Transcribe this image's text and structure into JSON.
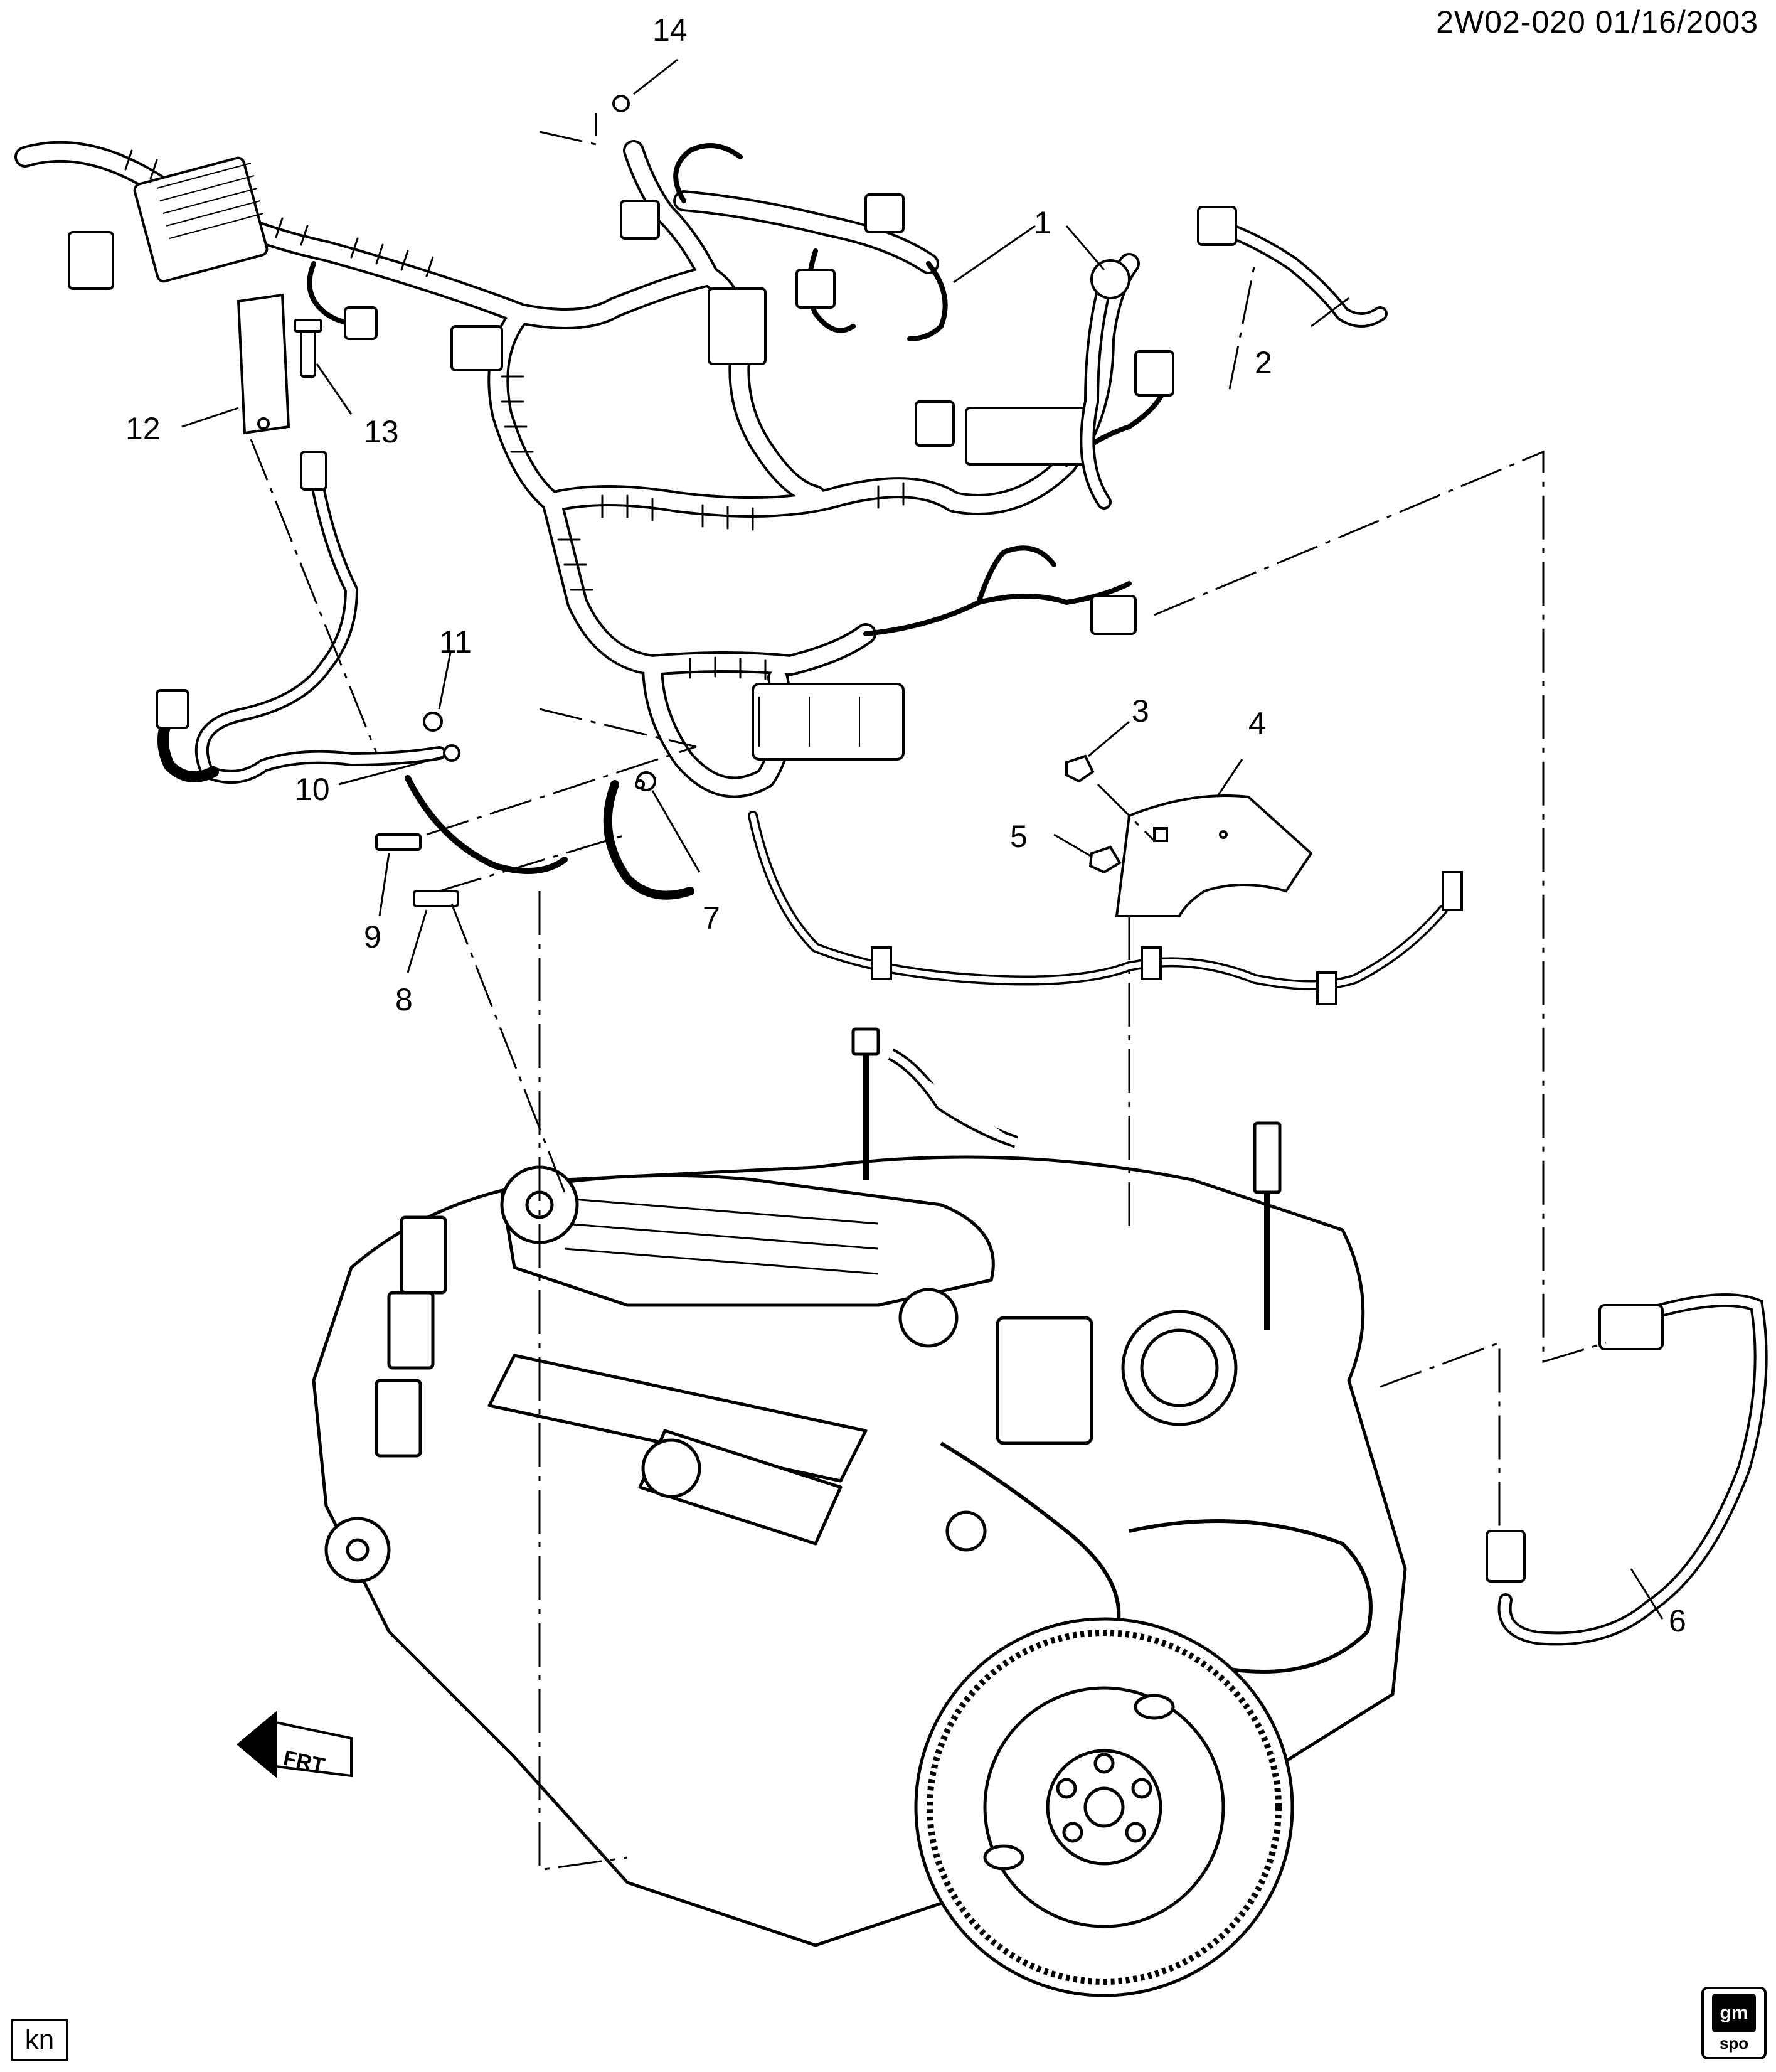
{
  "header": {
    "code": "2W02-020  01/16/2003"
  },
  "footer": {
    "artist_initials": "kn"
  },
  "logo": {
    "icon": "gm-spo-logo"
  },
  "front_indicator": {
    "icon": "front-arrow-icon"
  },
  "callouts": [
    {
      "id": "c1",
      "label": "1"
    },
    {
      "id": "c2",
      "label": "2"
    },
    {
      "id": "c3",
      "label": "3"
    },
    {
      "id": "c4",
      "label": "4"
    },
    {
      "id": "c5",
      "label": "5"
    },
    {
      "id": "c6",
      "label": "6"
    },
    {
      "id": "c7",
      "label": "7"
    },
    {
      "id": "c8",
      "label": "8"
    },
    {
      "id": "c9",
      "label": "9"
    },
    {
      "id": "c10",
      "label": "10"
    },
    {
      "id": "c11",
      "label": "11"
    },
    {
      "id": "c12",
      "label": "12"
    },
    {
      "id": "c13",
      "label": "13"
    },
    {
      "id": "c14",
      "label": "14"
    }
  ]
}
